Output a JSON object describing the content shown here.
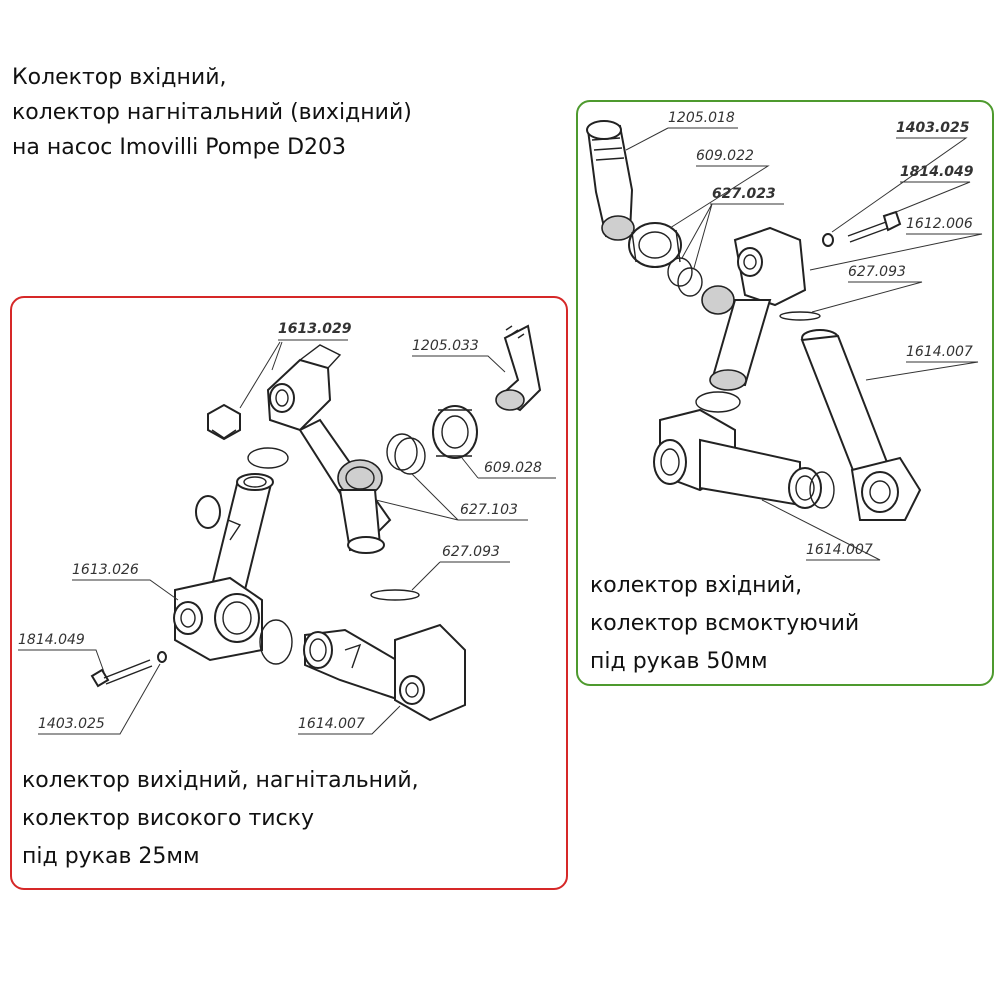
{
  "title": {
    "line1": "Колектор вхідний,",
    "line2": "колектор нагнітальний (вихідний)",
    "line3": "на насос Imovilli Pompe D203"
  },
  "outlet_panel": {
    "border_color": "#d62828",
    "caption_line1": "колектор вихідний, нагнітальний,",
    "caption_line2": "колектор високого тиску",
    "caption_line3": "під рукав 25мм",
    "parts": {
      "p1613_029": "1613.029",
      "p1205_033": "1205.033",
      "p609_028": "609.028",
      "p627_103": "627.103",
      "p627_093": "627.093",
      "p1613_026": "1613.026",
      "p1814_049": "1814.049",
      "p1403_025": "1403.025",
      "p1614_007": "1614.007"
    }
  },
  "inlet_panel": {
    "border_color": "#4e9a2e",
    "caption_line1": "колектор вхідний,",
    "caption_line2": "колектор всмоктуючий",
    "caption_line3": "під рукав 50мм",
    "parts": {
      "p1205_018": "1205.018",
      "p609_022": "609.022",
      "p627_023": "627.023",
      "p1403_025": "1403.025",
      "p1814_049": "1814.049",
      "p1612_006": "1612.006",
      "p627_093": "627.093",
      "p1614_007_top": "1614.007",
      "p1614_007_bottom": "1614.007"
    }
  }
}
